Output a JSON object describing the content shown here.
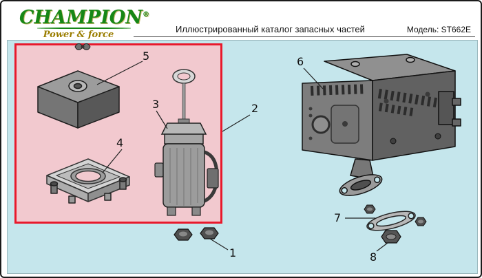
{
  "header": {
    "brand": "CHAMPION",
    "registered": "®",
    "tagline": "Power & force",
    "title": "Иллюстрированный каталог запасных частей",
    "model": "Модель: ST662E"
  },
  "callouts": {
    "c1": "1",
    "c2": "2",
    "c3": "3",
    "c4": "4",
    "c5": "5",
    "c6": "6",
    "c7": "7",
    "c8": "8"
  },
  "colors": {
    "accent_red": "#e8192c",
    "panel_cyan": "#c5e6ec",
    "highlight_pink": "#f2c9cf",
    "brand_green": "#168716",
    "tagline_gold": "#9a7d00"
  },
  "icons": {
    "parts": [
      "wing-nut-icon",
      "air-filter-cover-icon",
      "air-filter-base-icon",
      "air-filter-element-icon",
      "engine-muffler-assembly-icon",
      "exhaust-gasket-icon",
      "flange-nut-icon",
      "flange-nuts-pair-icon"
    ]
  }
}
